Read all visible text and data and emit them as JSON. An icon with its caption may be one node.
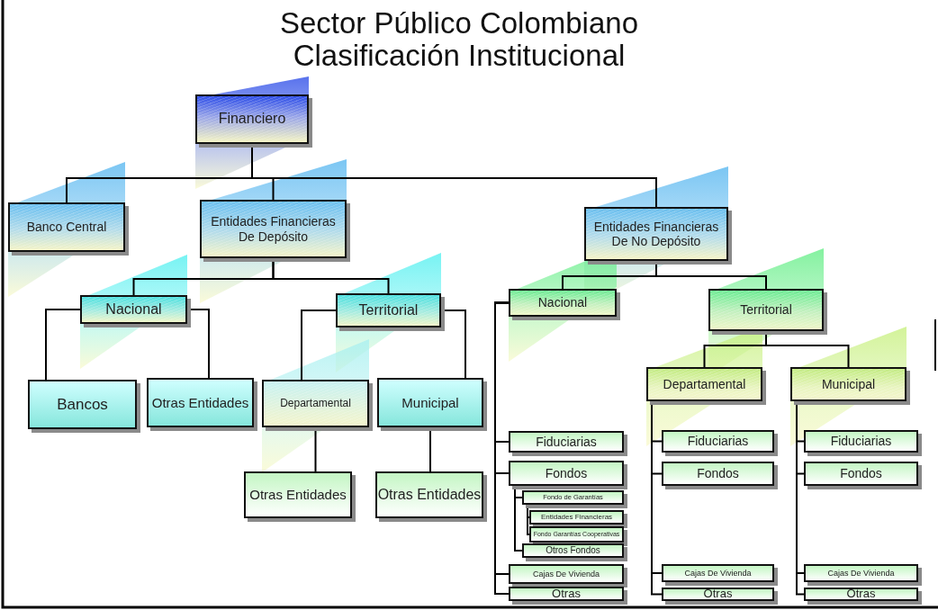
{
  "diagram": {
    "title": "Sector Público Colombiano Clasificación Institucional",
    "nodes": [
      {
        "text": [
          "Financiero"
        ]
      },
      {
        "text": [
          "Banco Central"
        ]
      },
      {
        "text": [
          "Entidades Financieras De Depósito"
        ]
      },
      {
        "text": [
          "Entidades Financieras De No Depósito"
        ]
      },
      {
        "text": [
          "Nacional"
        ]
      },
      {
        "text": [
          "Territorial"
        ]
      },
      {
        "text": [
          "Bancos"
        ]
      },
      {
        "text": [
          "Otras Entidades"
        ]
      },
      {
        "text": [
          "Departamental"
        ]
      },
      {
        "text": [
          "Municipal"
        ]
      },
      {
        "text": [
          "Otras Entidades"
        ]
      },
      {
        "text": [
          "Otras Entidades"
        ]
      },
      {
        "text": [
          "Nacional"
        ]
      },
      {
        "text": [
          "Territorial"
        ]
      },
      {
        "text": [
          "Departamental"
        ]
      },
      {
        "text": [
          "Municipal"
        ]
      },
      {
        "text": [
          "Fiduciarias"
        ]
      },
      {
        "text": [
          "Fondos"
        ]
      },
      {
        "text": [
          "Fondo de Garantías"
        ]
      },
      {
        "text": [
          "Entidades Financieras"
        ]
      },
      {
        "text": [
          "Fondo Garantías Cooperativas"
        ]
      },
      {
        "text": [
          "Otros Fondos"
        ]
      },
      {
        "text": [
          "Cajas De Vivienda"
        ]
      },
      {
        "text": [
          "Otras"
        ]
      },
      {
        "text": [
          "Fiduciarias"
        ]
      },
      {
        "text": [
          "Fondos"
        ]
      },
      {
        "text": [
          "Cajas De Vivienda"
        ]
      },
      {
        "text": [
          "Otras"
        ]
      },
      {
        "text": [
          "Fiduciarias"
        ]
      },
      {
        "text": [
          "Fondos"
        ]
      },
      {
        "text": [
          "Cajas De Vivienda"
        ]
      },
      {
        "text": [
          "Otras"
        ]
      }
    ],
    "edges": [
      {
        "from": 0,
        "to": 1,
        "arrow": "none"
      },
      {
        "from": 0,
        "to": 2,
        "arrow": "none"
      },
      {
        "from": 0,
        "to": 3,
        "arrow": "none"
      },
      {
        "from": 2,
        "to": 4,
        "arrow": "none"
      },
      {
        "from": 2,
        "to": 5,
        "arrow": "none"
      },
      {
        "from": 4,
        "to": 6,
        "arrow": "none"
      },
      {
        "from": 4,
        "to": 7,
        "arrow": "none"
      },
      {
        "from": 5,
        "to": 8,
        "arrow": "none"
      },
      {
        "from": 5,
        "to": 9,
        "arrow": "none"
      },
      {
        "from": 8,
        "to": 10,
        "arrow": "none"
      },
      {
        "from": 9,
        "to": 11,
        "arrow": "none"
      },
      {
        "from": 3,
        "to": 12,
        "arrow": "none"
      },
      {
        "from": 3,
        "to": 13,
        "arrow": "none"
      },
      {
        "from": 13,
        "to": 14,
        "arrow": "none"
      },
      {
        "from": 13,
        "to": 15,
        "arrow": "none"
      },
      {
        "from": 12,
        "to": 16,
        "arrow": "none"
      },
      {
        "from": 12,
        "to": 17,
        "arrow": "none"
      },
      {
        "from": 17,
        "to": 18,
        "arrow": "none"
      },
      {
        "from": 18,
        "to": 19,
        "arrow": "none"
      },
      {
        "from": 18,
        "to": 20,
        "arrow": "none"
      },
      {
        "from": 17,
        "to": 21,
        "arrow": "none"
      },
      {
        "from": 12,
        "to": 22,
        "arrow": "none"
      },
      {
        "from": 12,
        "to": 23,
        "arrow": "none"
      },
      {
        "from": 14,
        "to": 24,
        "arrow": "none"
      },
      {
        "from": 14,
        "to": 25,
        "arrow": "none"
      },
      {
        "from": 14,
        "to": 26,
        "arrow": "none"
      },
      {
        "from": 14,
        "to": 27,
        "arrow": "none"
      },
      {
        "from": 15,
        "to": 28,
        "arrow": "none"
      },
      {
        "from": 15,
        "to": 29,
        "arrow": "none"
      },
      {
        "from": 15,
        "to": 30,
        "arrow": "none"
      },
      {
        "from": 15,
        "to": 31,
        "arrow": "none"
      }
    ]
  }
}
